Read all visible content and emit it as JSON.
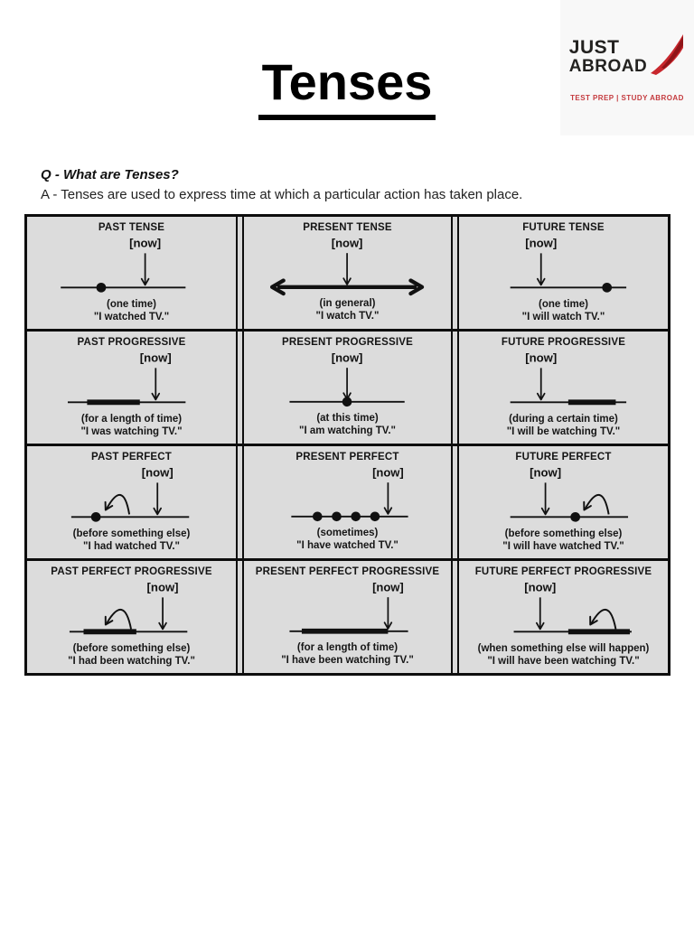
{
  "logo": {
    "line1": "JUST",
    "line2": "ABROAD",
    "tagline": "TEST PREP | STUDY ABROAD",
    "text_color": "#232220",
    "accent_red": "#c8272d"
  },
  "title": {
    "text": "Tenses"
  },
  "qa": {
    "question": "Q - What are Tenses?",
    "answer": "A - Tenses are used to express time at which a particular action has taken place."
  },
  "table": {
    "now_label": "[now]",
    "cell_bg": "#dcdcdc",
    "line_color": "#111111",
    "rows": [
      [
        {
          "title": "PAST TENSE",
          "caption": "(one time)",
          "quote": "\"I watched TV.\"",
          "diagram": {
            "line": [
              30,
              172
            ],
            "dots": [
              76
            ],
            "now": 126
          }
        },
        {
          "title": "PRESENT TENSE",
          "caption": "(in general)",
          "quote": "\"I watch TV.\"",
          "diagram": {
            "double_arrow": [
              24,
              196
            ],
            "now": 110
          }
        },
        {
          "title": "FUTURE TENSE",
          "caption": "(one time)",
          "quote": "\"I will watch TV.\"",
          "diagram": {
            "line": [
              50,
              182
            ],
            "dots": [
              160
            ],
            "now": 85
          }
        }
      ],
      [
        {
          "title": "PAST PROGRESSIVE",
          "caption": "(for a length of time)",
          "quote": "\"I was watching TV.\"",
          "diagram": {
            "line": [
              38,
              172
            ],
            "segment": [
              60,
              120
            ],
            "now": 138
          }
        },
        {
          "title": "PRESENT PROGRESSIVE",
          "caption": "(at this time)",
          "quote": "\"I am watching TV.\"",
          "diagram": {
            "line": [
              44,
              176
            ],
            "dots": [
              110
            ],
            "now": 110
          }
        },
        {
          "title": "FUTURE PROGRESSIVE",
          "caption": "(during a certain time)",
          "quote": "\"I will be watching TV.\"",
          "diagram": {
            "line": [
              50,
              182
            ],
            "segment": [
              116,
              170
            ],
            "now": 85
          }
        }
      ],
      [
        {
          "title": "PAST PERFECT",
          "caption": "(before something else)",
          "quote": "\"I had watched TV.\"",
          "diagram": {
            "line": [
              42,
              176
            ],
            "dots": [
              70
            ],
            "arc": {
              "from": 108,
              "to": 78
            },
            "now": 140
          }
        },
        {
          "title": "PRESENT PERFECT",
          "caption": "(sometimes)",
          "quote": "\"I have watched TV.\"",
          "diagram": {
            "line": [
              46,
              180
            ],
            "dots": [
              76,
              98,
              120,
              142
            ],
            "now": 157
          }
        },
        {
          "title": "FUTURE PERFECT",
          "caption": "(before something else)",
          "quote": "\"I will have watched TV.\"",
          "diagram": {
            "line": [
              50,
              184
            ],
            "dots": [
              124
            ],
            "arc": {
              "from": 162,
              "to": 131
            },
            "now": 90
          }
        }
      ],
      [
        {
          "title": "PAST PERFECT PROGRESSIVE",
          "caption": "(before something else)",
          "quote": "\"I had been watching TV.\"",
          "diagram": {
            "line": [
              40,
              174
            ],
            "segment": [
              56,
              116
            ],
            "arc": {
              "from": 110,
              "to": 78
            },
            "now": 146
          }
        },
        {
          "title": "PRESENT PERFECT PROGRESSIVE",
          "caption": "(for a length of time)",
          "quote": "\"I have been watching TV.\"",
          "diagram": {
            "line": [
              44,
              180
            ],
            "segment": [
              58,
              157
            ],
            "now": 157
          }
        },
        {
          "title": "FUTURE PERFECT PROGRESSIVE",
          "caption": "(when something else will happen)",
          "quote": "\"I will have been watching TV.\"",
          "diagram": {
            "line": [
              54,
              188
            ],
            "segment": [
              116,
              186
            ],
            "arc": {
              "from": 170,
              "to": 138
            },
            "now": 84
          }
        }
      ]
    ]
  }
}
